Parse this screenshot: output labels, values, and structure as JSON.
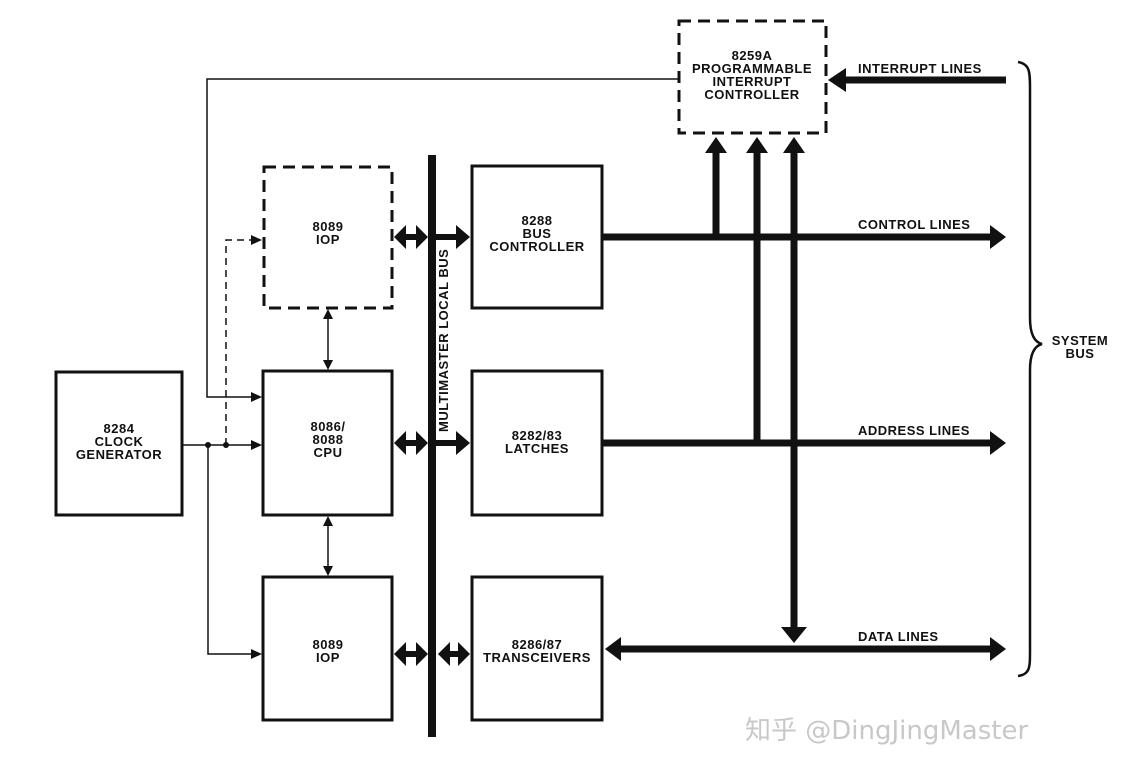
{
  "blocks": {
    "clock_generator": [
      "8284",
      "CLOCK",
      "GENERATOR"
    ],
    "iop_top": [
      "8089",
      "IOP"
    ],
    "cpu": [
      "8086/",
      "8088",
      "CPU"
    ],
    "iop_bottom": [
      "8089",
      "IOP"
    ],
    "bus_controller": [
      "8288",
      "BUS",
      "CONTROLLER"
    ],
    "latches": [
      "8282/83",
      "LATCHES"
    ],
    "transceivers": [
      "8286/87",
      "TRANSCEIVERS"
    ],
    "interrupt_controller": [
      "8259A",
      "PROGRAMMABLE",
      "INTERRUPT",
      "CONTROLLER"
    ]
  },
  "local_bus_label": "MULTIMASTER LOCAL BUS",
  "signals": {
    "interrupt": "INTERRUPT LINES",
    "control": "CONTROL LINES",
    "address": "ADDRESS LINES",
    "data": "DATA LINES"
  },
  "system_bus": [
    "SYSTEM",
    "BUS"
  ],
  "watermark": "知乎 @DingJingMaster",
  "colors": {
    "ink": "#111111",
    "background": "#ffffff",
    "watermark": "#c8c8c8"
  }
}
